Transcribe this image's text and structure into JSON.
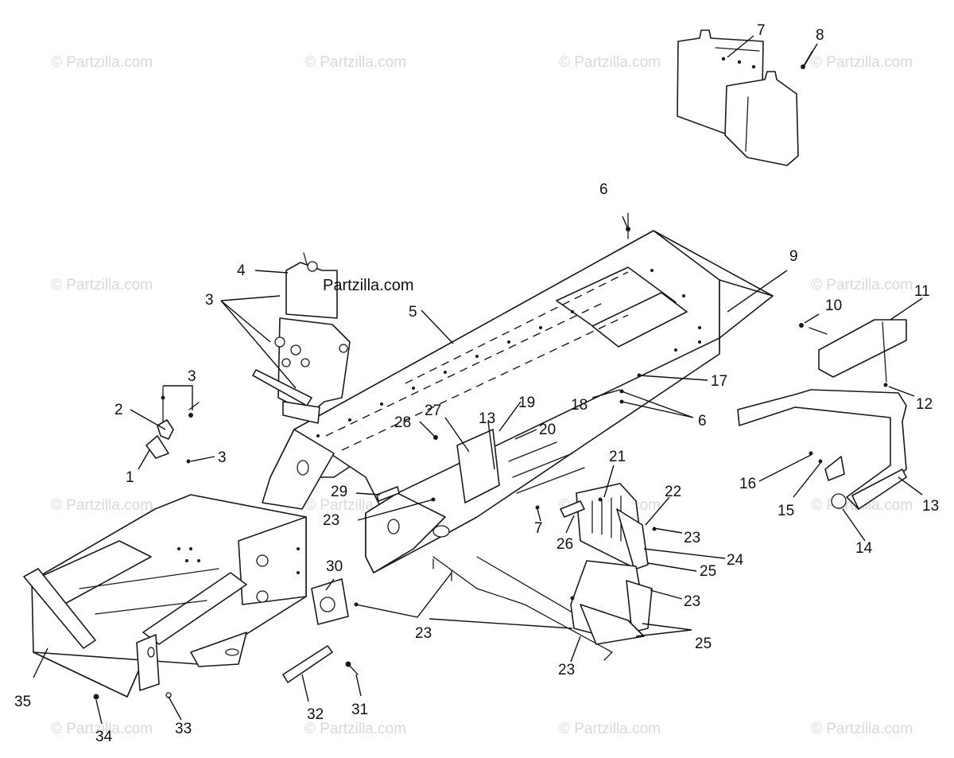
{
  "watermark": "© Partzilla.com",
  "brand_label": "Partzilla.com",
  "callouts": [
    "7",
    "8",
    "12",
    "6",
    "9",
    "11",
    "10",
    "4",
    "3",
    "5",
    "17",
    "18",
    "6",
    "3",
    "2",
    "19",
    "27",
    "20",
    "28",
    "13",
    "1",
    "3",
    "29",
    "21",
    "22",
    "23",
    "7",
    "26",
    "16",
    "15",
    "13",
    "23",
    "24",
    "14",
    "25",
    "30",
    "23",
    "23",
    "25",
    "23",
    "35",
    "33",
    "34",
    "32",
    "31"
  ]
}
